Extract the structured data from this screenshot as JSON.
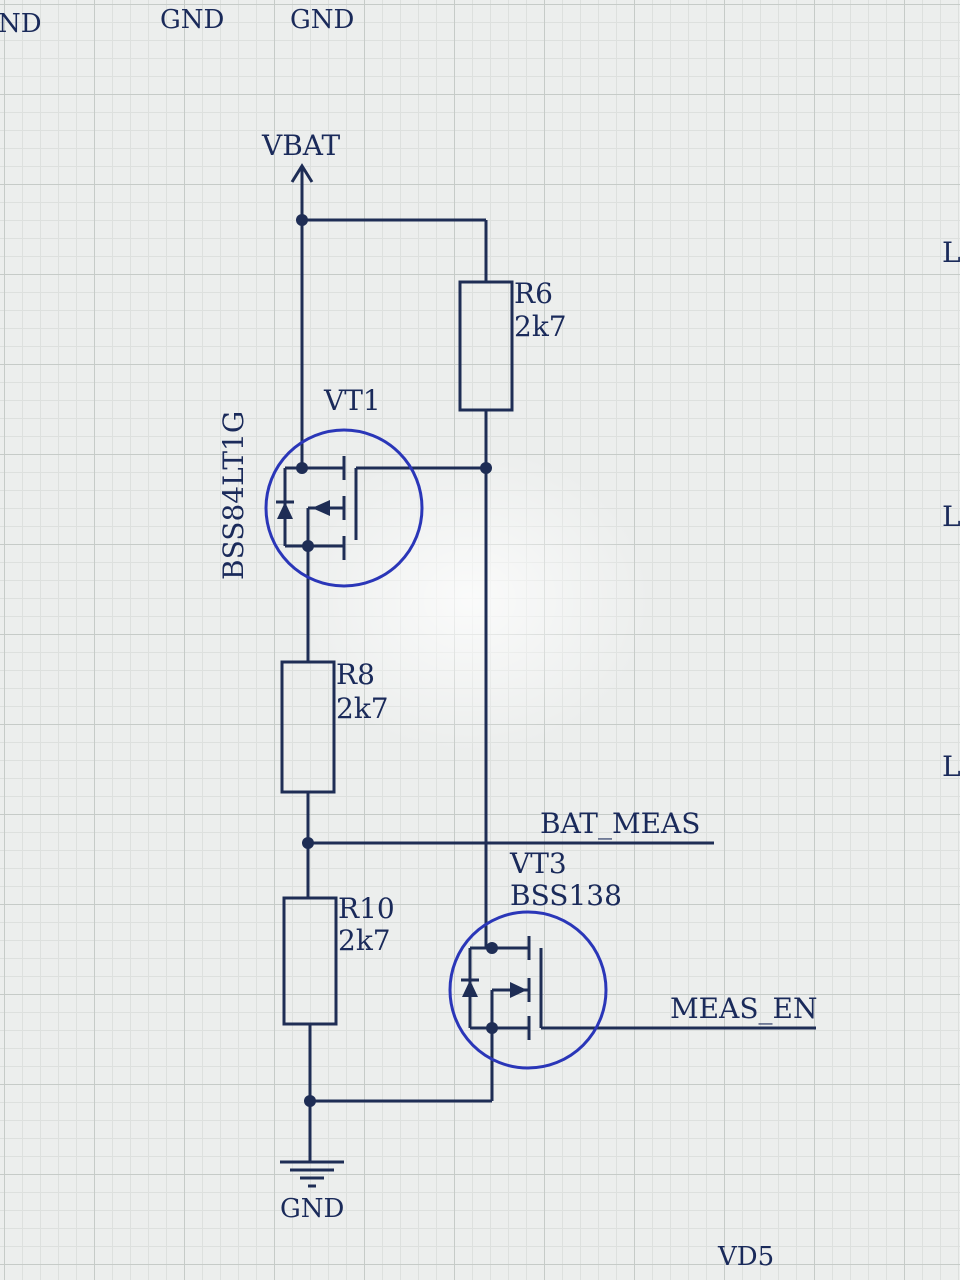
{
  "labels": {
    "top_gnd_partial": "ND",
    "top_gnd_1": "GND",
    "top_gnd_2": "GND",
    "vbat": "VBAT",
    "r6_ref": "R6",
    "r6_value": "2k7",
    "vt1_ref": "VT1",
    "vt1_part": "BSS84LT1G",
    "r8_ref": "R8",
    "r8_value": "2k7",
    "bat_meas": "BAT_MEAS",
    "vt3_ref": "VT3",
    "vt3_part": "BSS138",
    "r10_ref": "R10",
    "r10_value": "2k7",
    "meas_en": "MEAS_EN",
    "gnd_bottom": "GND",
    "vd5": "VD5",
    "edge_l1": "L",
    "edge_l2": "L",
    "edge_l3": "L"
  },
  "colors": {
    "wire": "#1e2d55",
    "transistor_ring": "#2a36b8",
    "text": "#1a2a5a",
    "grid": "#c6cbc8"
  }
}
